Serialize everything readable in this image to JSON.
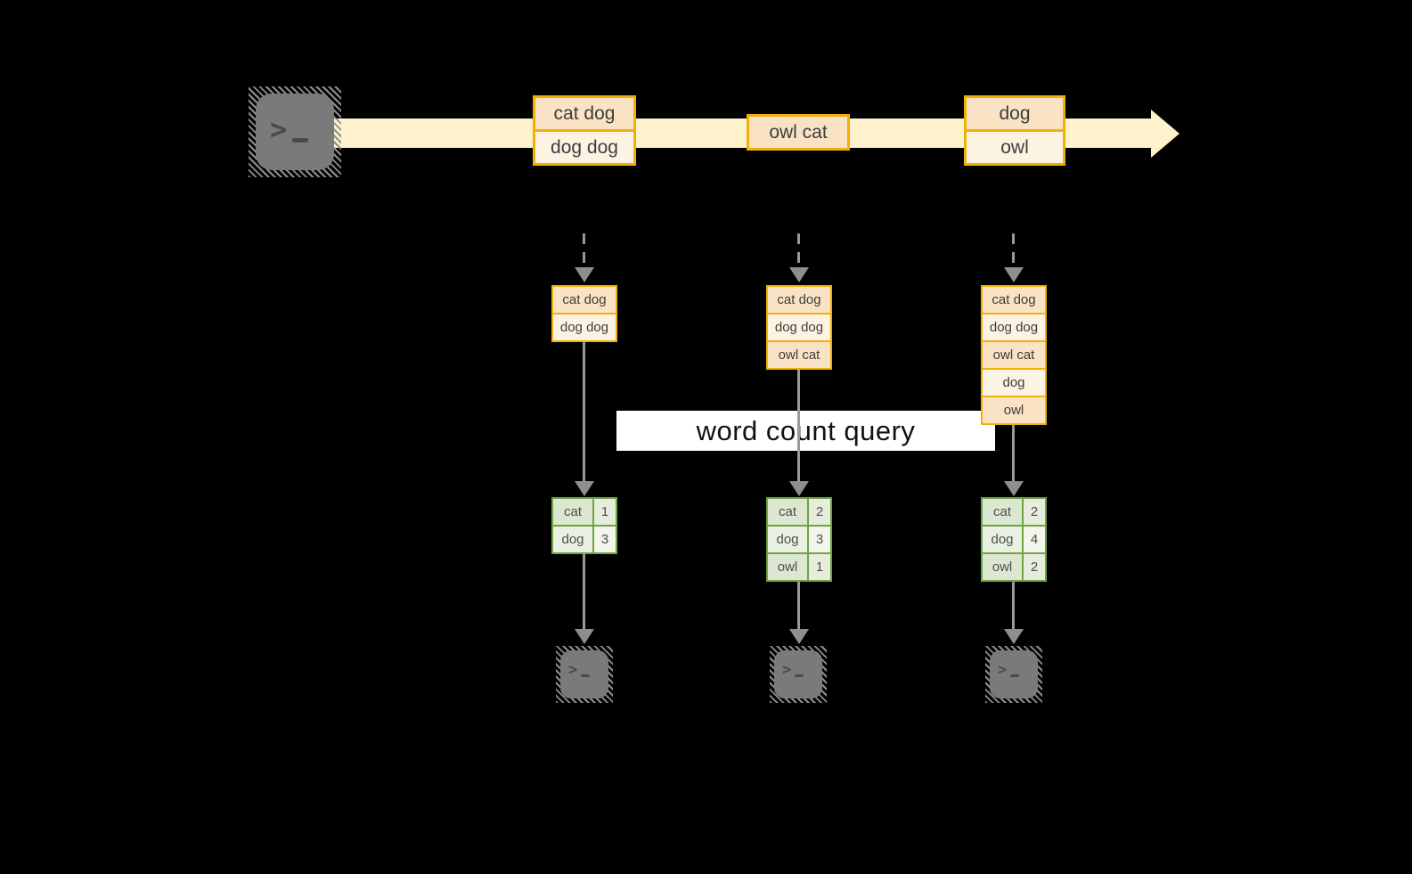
{
  "query_band": {
    "label": "word count query"
  },
  "stream": {
    "events": [
      {
        "rows": [
          "cat dog",
          "dog dog"
        ]
      },
      {
        "rows": [
          "owl cat"
        ]
      },
      {
        "rows": [
          "dog",
          "owl"
        ]
      }
    ]
  },
  "pipelines": [
    {
      "buffer": [
        "cat dog",
        "dog dog"
      ],
      "counts": [
        {
          "word": "cat",
          "count": "1"
        },
        {
          "word": "dog",
          "count": "3"
        }
      ]
    },
    {
      "buffer": [
        "cat dog",
        "dog dog",
        "owl cat"
      ],
      "counts": [
        {
          "word": "cat",
          "count": "2"
        },
        {
          "word": "dog",
          "count": "3"
        },
        {
          "word": "owl",
          "count": "1"
        }
      ]
    },
    {
      "buffer": [
        "cat dog",
        "dog dog",
        "owl cat",
        "dog",
        "owl"
      ],
      "counts": [
        {
          "word": "cat",
          "count": "2"
        },
        {
          "word": "dog",
          "count": "4"
        },
        {
          "word": "owl",
          "count": "2"
        }
      ]
    }
  ],
  "icons": {
    "terminal_prompt": ">"
  },
  "colors": {
    "amber_border": "#F2B007",
    "peach_fill": "#FAE3C4",
    "cream_fill": "#FDF3E3",
    "stream_band": "#FDF2CC",
    "green_border": "#6FA43F",
    "green_fill_dark": "#DCE7D1",
    "green_fill_light": "#EAF0E2",
    "arrow_gray": "#999999",
    "terminal_gray": "#7A7A7A"
  }
}
